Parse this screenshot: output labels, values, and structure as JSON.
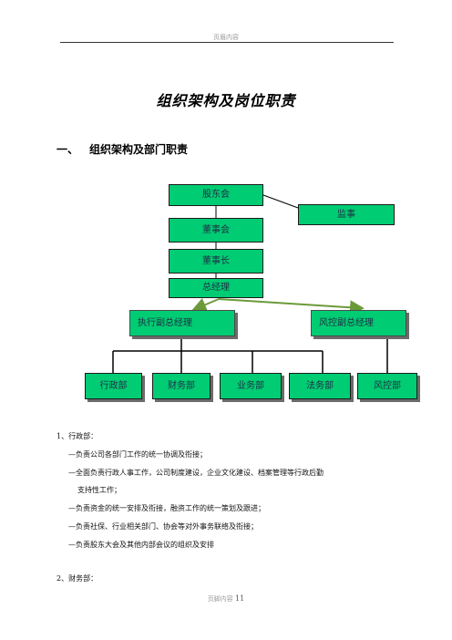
{
  "header": {
    "text": "页眉内容"
  },
  "title": "组织架构及岗位职责",
  "section": {
    "number": "一、",
    "title": "组织架构及部门职责"
  },
  "org_chart": {
    "shareholders": "股东会",
    "supervisor": "监事",
    "board": "董事会",
    "chairman": "董事长",
    "gm": "总经理",
    "exec_vp": "执行副总经理",
    "risk_vp": "风控副总经理",
    "departments": [
      "行政部",
      "财务部",
      "业务部",
      "法务部",
      "风控部"
    ],
    "colors": {
      "box_fill": "#00cc73",
      "line": "#000000",
      "arrow": "#6b9a3a"
    }
  },
  "dept1": {
    "title": "1、行政部：",
    "items": [
      "—负责公司各部门工作的统一协调及衔接；",
      "—全面负责行政人事工作，公司制度建设，企业文化建设、档案管理等行政后勤",
      "支持性工作；",
      "—负责资金的统一安排及衔接，融资工作的统一策划及跟进；",
      "—负责社保、行业相关部门、协会等对外事务联络及衔接；",
      "—负责股东大会及其他内部会议的组织及安排"
    ]
  },
  "dept2": {
    "title": "2、财务部："
  },
  "footer": {
    "text": "页脚内容",
    "page": "11"
  }
}
